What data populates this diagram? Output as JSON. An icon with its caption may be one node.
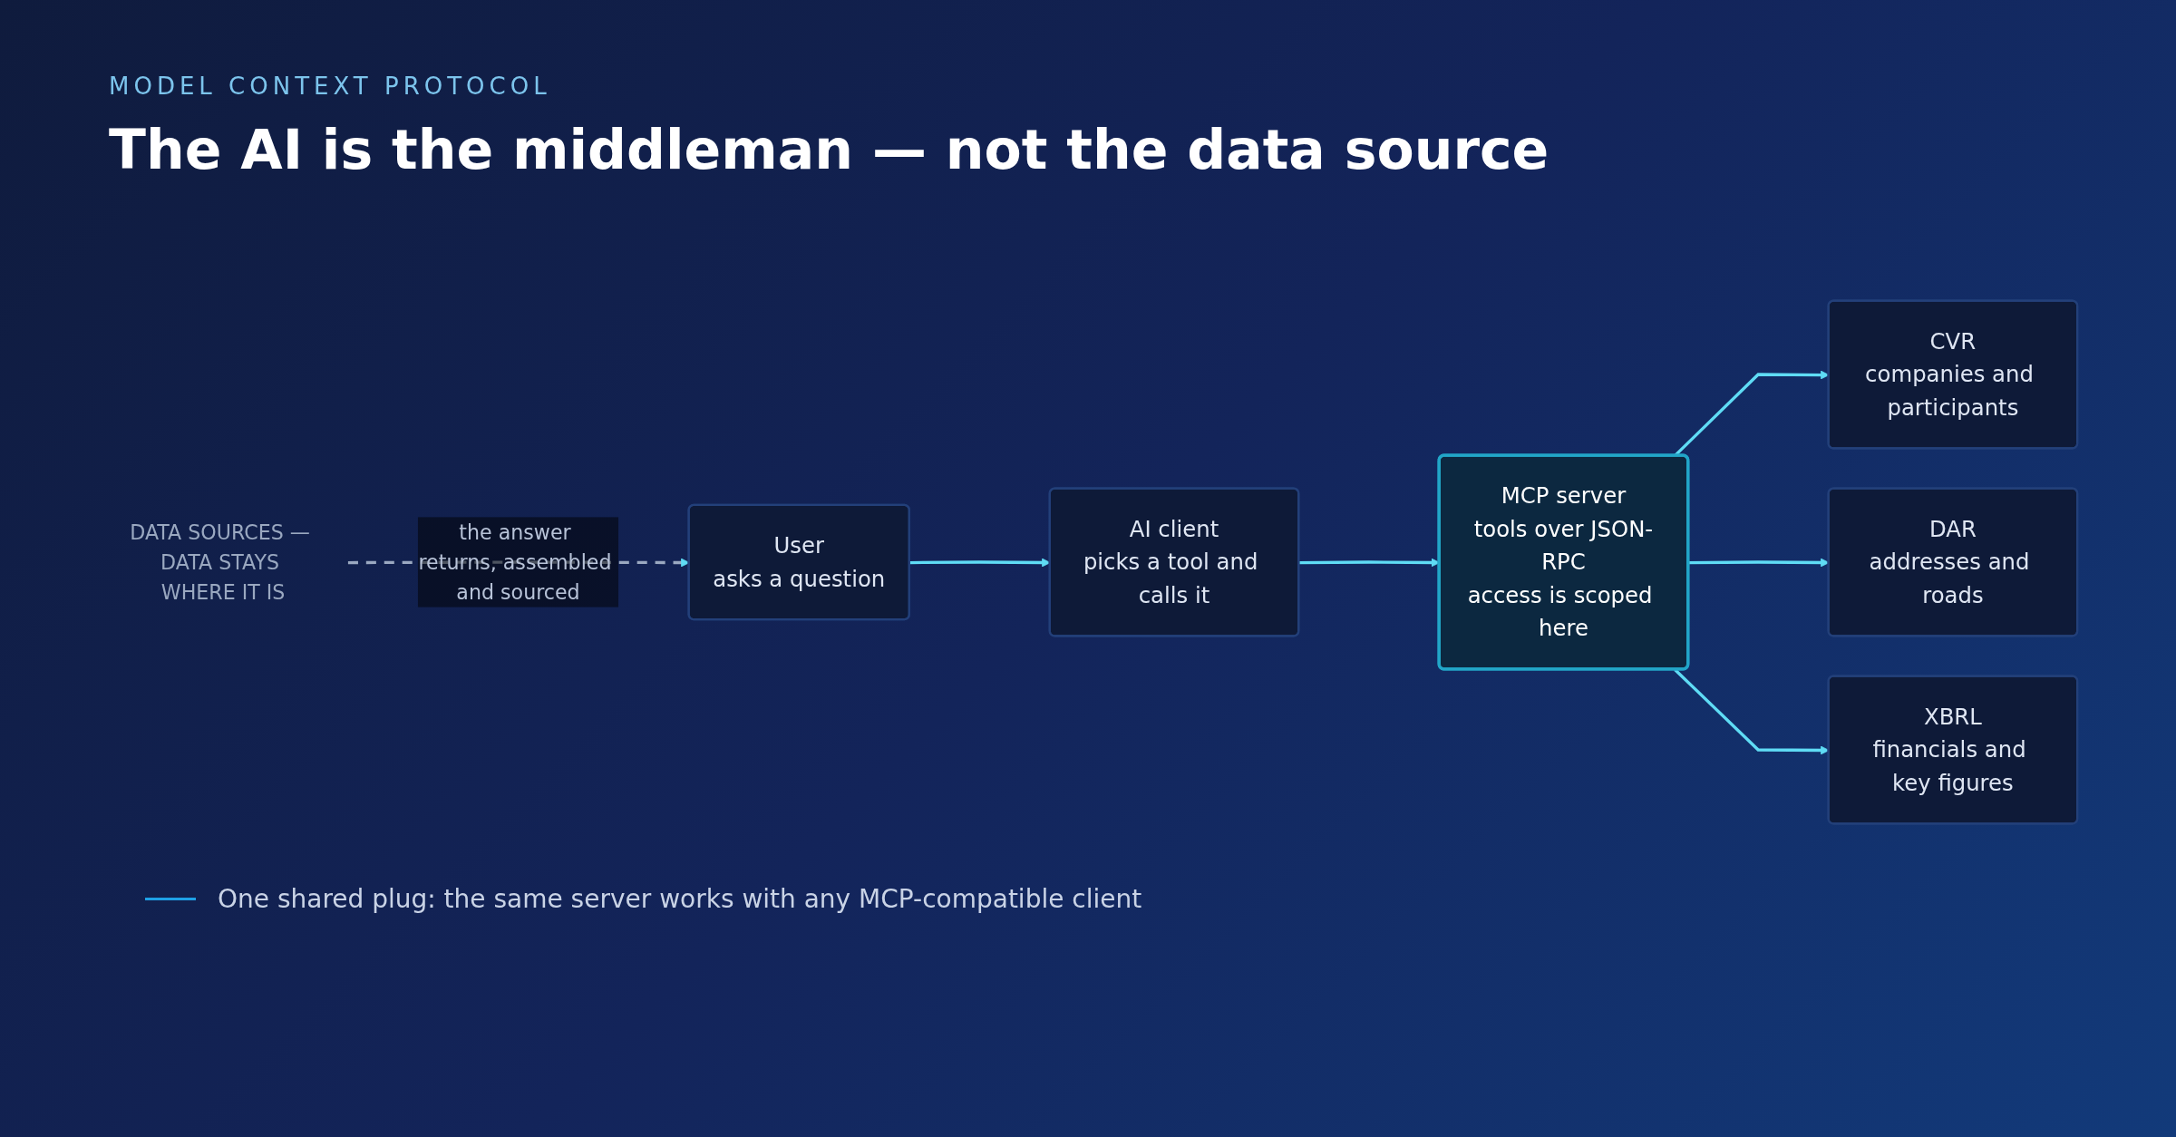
{
  "diagram": {
    "title": "The AI is the middleman — not the data source",
    "nodes": [
      {
        "text": [
          "User",
          "asks a question"
        ]
      },
      {
        "text": [
          "AI client",
          "picks a tool and calls it"
        ]
      },
      {
        "text": [
          "MCP server",
          "tools over JSON-RPC",
          "access is scoped here"
        ]
      },
      {
        "text": [
          "CVR",
          "companies and participants"
        ]
      },
      {
        "text": [
          "DAR",
          "addresses and roads"
        ]
      },
      {
        "text": [
          "XBRL",
          "financials and key figures"
        ]
      },
      {
        "text": [
          "DATA SOURCES — DATA STAYS WHERE IT IS"
        ]
      }
    ],
    "edges": [
      {
        "from": 0,
        "to": 1,
        "arrow": "to"
      },
      {
        "from": 1,
        "to": 2,
        "arrow": "to"
      },
      {
        "from": 2,
        "to": 3,
        "arrow": "to"
      },
      {
        "from": 2,
        "to": 4,
        "arrow": "to"
      },
      {
        "from": 2,
        "to": 5,
        "arrow": "to"
      },
      {
        "from": 6,
        "to": 0,
        "arrow": "to",
        "label": "the answer returns, assembled and sourced",
        "style": "dashed",
        "color": "#9aa8c0"
      }
    ],
    "labels": [
      "MODEL CONTEXT PROTOCOL"
    ],
    "legend": [
      {
        "text": "One shared plug: the same server works with any MCP-compatible client"
      }
    ]
  }
}
